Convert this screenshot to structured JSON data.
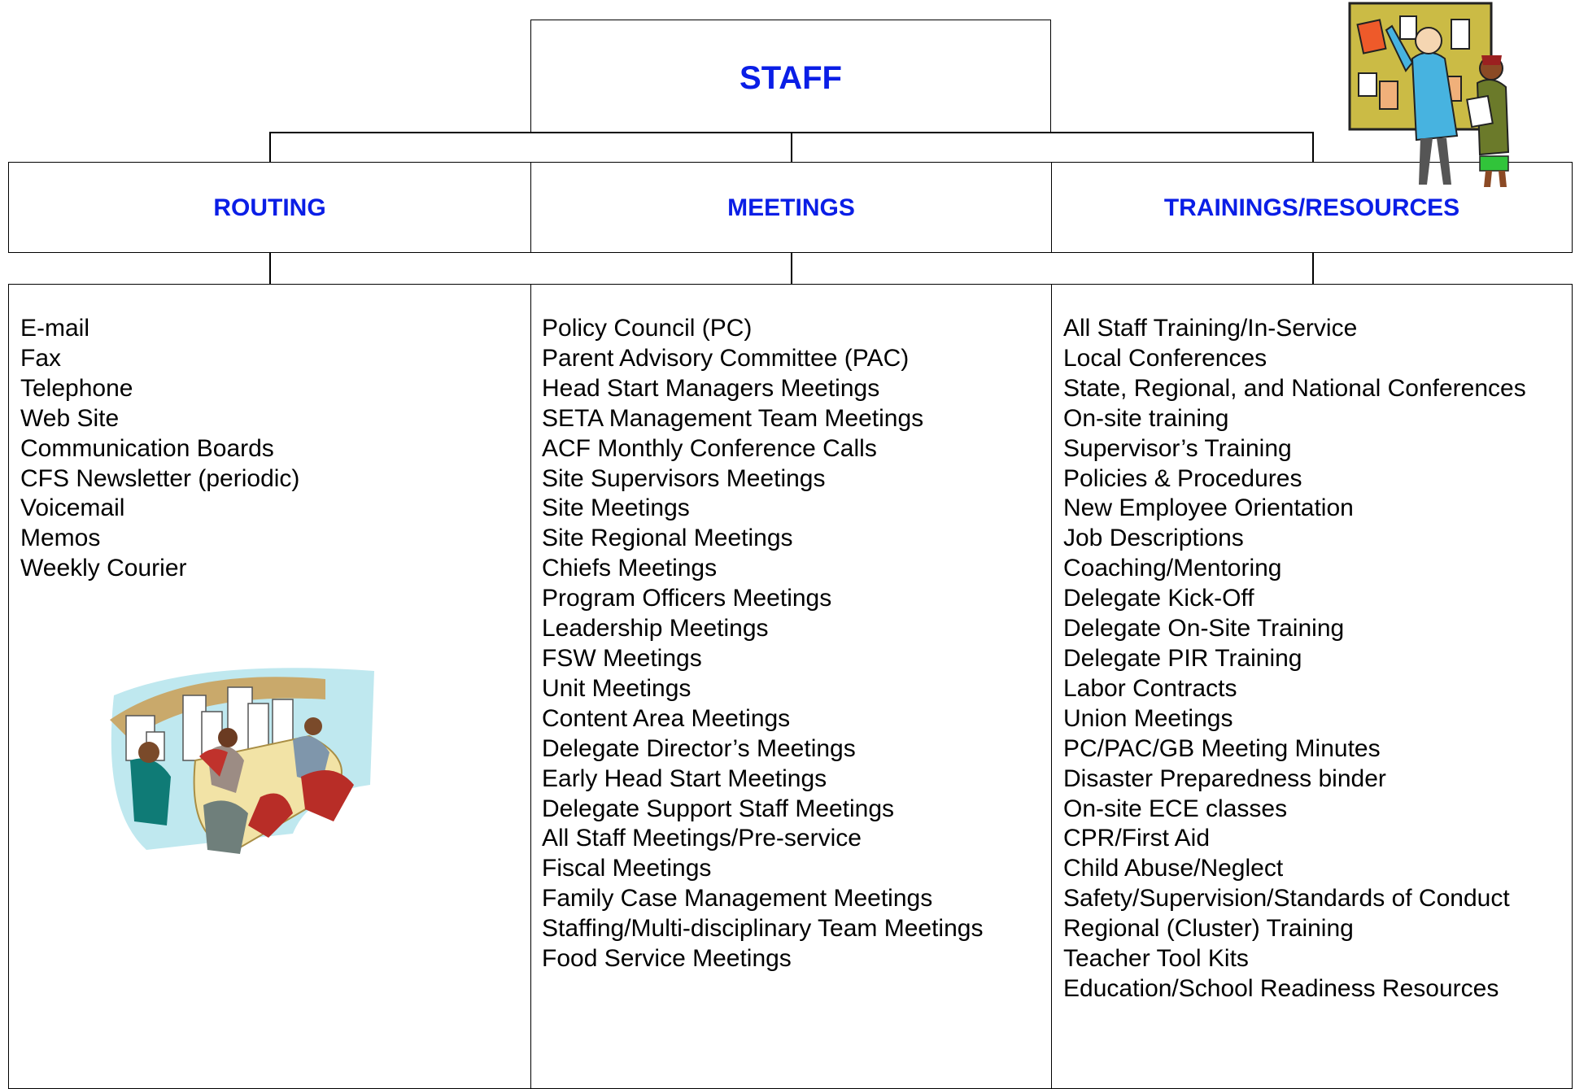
{
  "root": {
    "title": "STAFF"
  },
  "columns": [
    {
      "heading": "ROUTING",
      "items": [
        "E-mail",
        "Fax",
        "Telephone",
        "Web Site",
        "Communication Boards",
        "CFS Newsletter (periodic)",
        "Voicemail",
        "Memos",
        "Weekly Courier"
      ]
    },
    {
      "heading": "MEETINGS",
      "items": [
        "Policy Council (PC)",
        "Parent Advisory Committee (PAC)",
        "Head Start Managers Meetings",
        "SETA Management Team Meetings",
        "ACF Monthly Conference Calls",
        "Site Supervisors Meetings",
        "Site Meetings",
        "Site Regional Meetings",
        "Chiefs Meetings",
        "Program Officers Meetings",
        "Leadership Meetings",
        "FSW Meetings",
        "Unit Meetings",
        "Content Area Meetings",
        "Delegate Director’s Meetings",
        "Early Head Start Meetings",
        "Delegate Support Staff Meetings",
        "All Staff Meetings/Pre-service",
        "Fiscal Meetings",
        "Family Case Management Meetings",
        "Staffing/Multi-disciplinary Team Meetings",
        "Food Service Meetings"
      ]
    },
    {
      "heading": "TRAININGS/RESOURCES",
      "items": [
        "All Staff Training/In-Service",
        "Local Conferences",
        "State, Regional, and National Conferences",
        "On-site training",
        "Supervisor’s Training",
        "Policies & Procedures",
        "New Employee Orientation",
        "Job Descriptions",
        "Coaching/Mentoring",
        "Delegate Kick-Off",
        "Delegate On-Site Training",
        "Delegate PIR Training",
        "Labor Contracts",
        "Union Meetings",
        "PC/PAC/GB Meeting Minutes",
        "Disaster Preparedness binder",
        "On-site ECE classes",
        "CPR/First Aid",
        "Child Abuse/Neglect",
        "Safety/Supervision/Standards of Conduct",
        "Regional (Cluster) Training",
        "Teacher Tool Kits",
        "Education/School Readiness Resources"
      ]
    }
  ],
  "colors": {
    "heading": "#0a1ee6",
    "line": "#000000"
  },
  "icons": [
    "bulletin-board-people-clipart",
    "meeting-room-clipart"
  ]
}
